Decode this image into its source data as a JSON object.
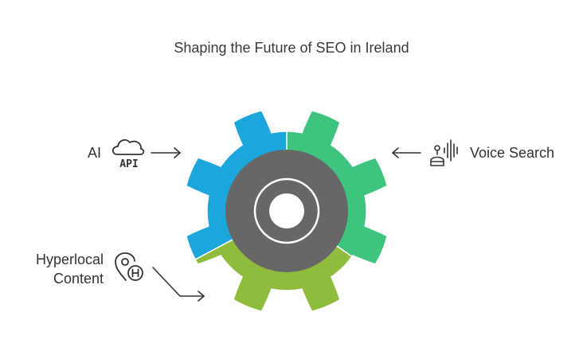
{
  "title": "Shaping the Future of SEO in Ireland",
  "segments": [
    {
      "id": "ai",
      "label": "AI",
      "icon": "cloud-api-icon",
      "color": "#1ba6dc"
    },
    {
      "id": "voice",
      "label": "Voice Search",
      "icon": "voice-assistant-icon",
      "color": "#3ec47f"
    },
    {
      "id": "hyperlocal",
      "label": "Hyperlocal\nContent",
      "icon": "location-pin-icon",
      "color": "#8fbc3c"
    }
  ],
  "gear": {
    "hub_color": "#676767"
  },
  "icons": {
    "api_text": "API"
  }
}
